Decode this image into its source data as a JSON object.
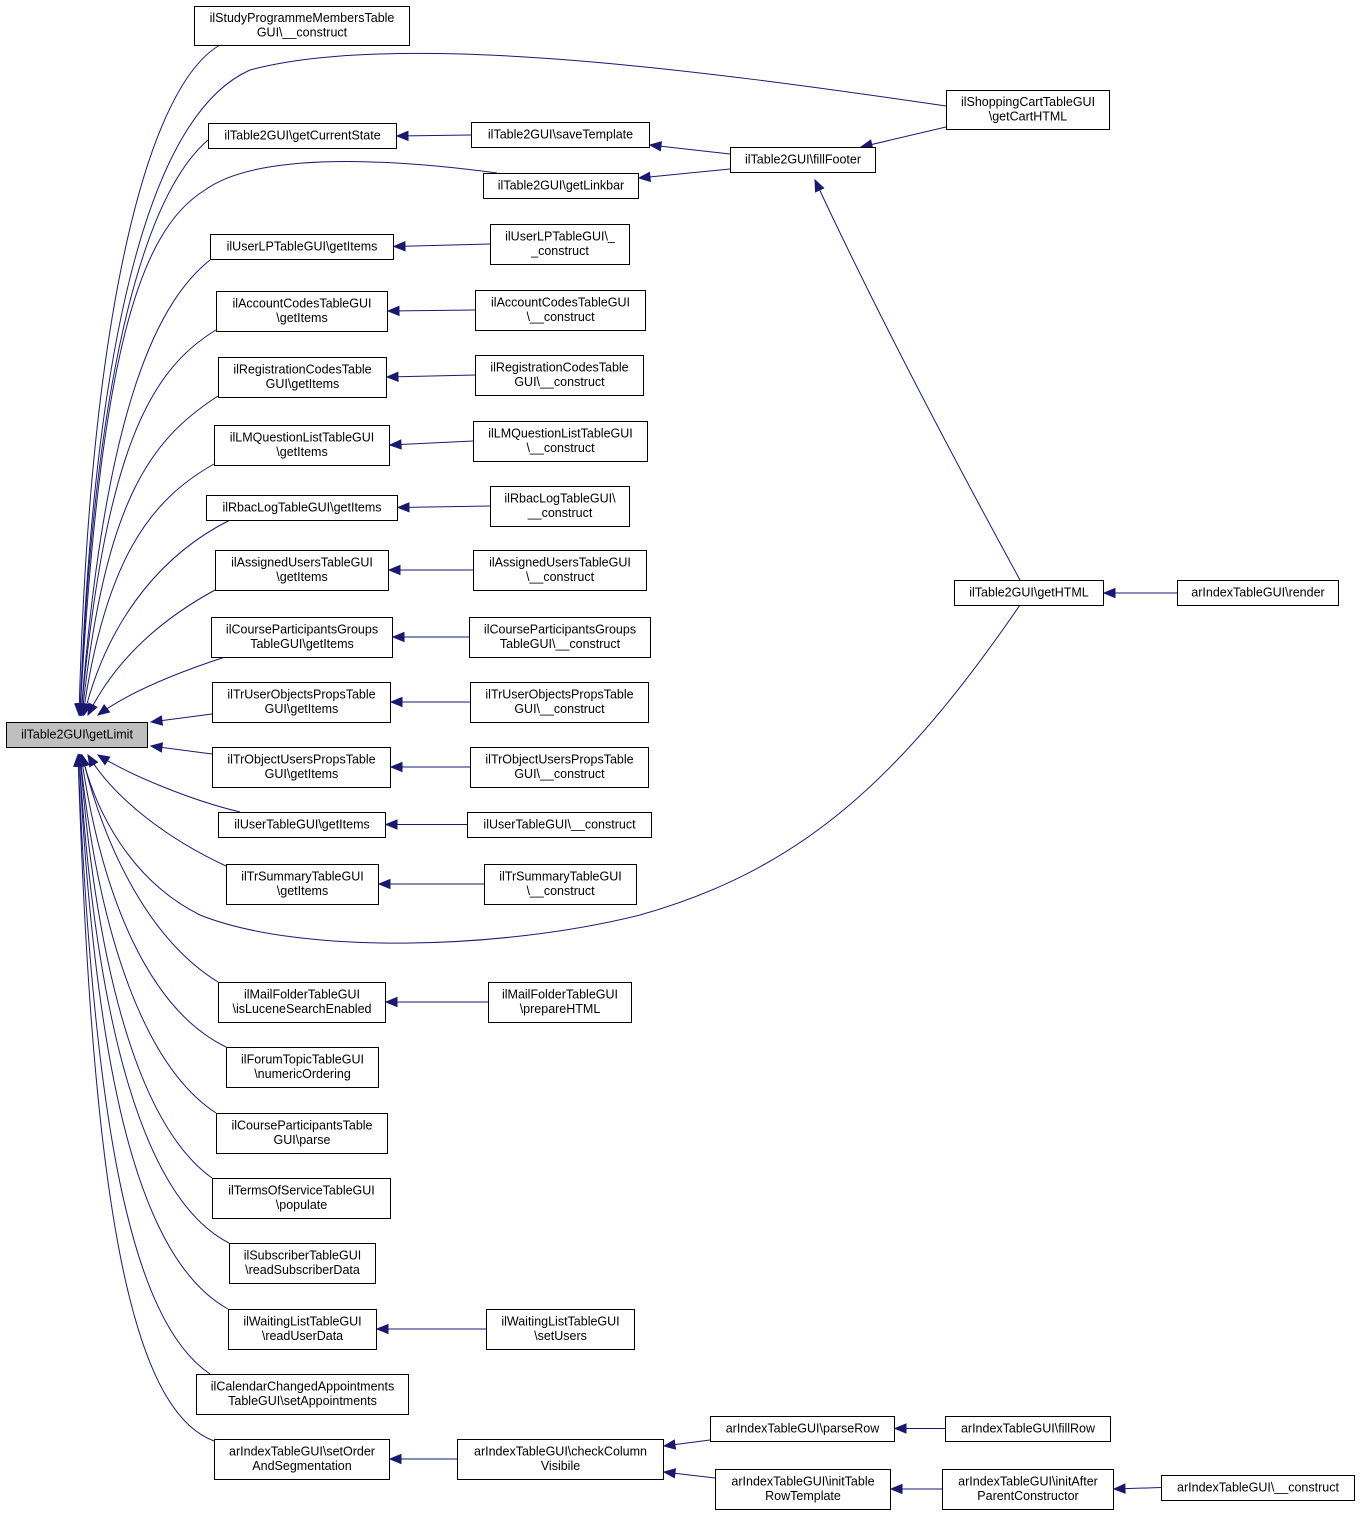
{
  "nodes": {
    "root": {
      "lines": [
        "ilTable2GUI\\getLimit"
      ],
      "root": true
    },
    "studyProg": {
      "lines": [
        "ilStudyProgrammeMembersTable",
        "GUI\\__construct"
      ]
    },
    "getCurState": {
      "lines": [
        "ilTable2GUI\\getCurrentState"
      ]
    },
    "saveTpl": {
      "lines": [
        "ilTable2GUI\\saveTemplate"
      ]
    },
    "getLinkbar": {
      "lines": [
        "ilTable2GUI\\getLinkbar"
      ]
    },
    "fillFooter": {
      "lines": [
        "ilTable2GUI\\fillFooter"
      ]
    },
    "shopCart": {
      "lines": [
        "ilShoppingCartTableGUI",
        "\\getCartHTML"
      ]
    },
    "userLP": {
      "lines": [
        "ilUserLPTableGUI\\getItems"
      ]
    },
    "userLPc": {
      "lines": [
        "ilUserLPTableGUI\\_",
        "_construct"
      ]
    },
    "acctCodes": {
      "lines": [
        "ilAccountCodesTableGUI",
        "\\getItems"
      ]
    },
    "acctCodesC": {
      "lines": [
        "ilAccountCodesTableGUI",
        "\\__construct"
      ]
    },
    "regCodes": {
      "lines": [
        "ilRegistrationCodesTable",
        "GUI\\getItems"
      ]
    },
    "regCodesC": {
      "lines": [
        "ilRegistrationCodesTable",
        "GUI\\__construct"
      ]
    },
    "lmq": {
      "lines": [
        "ilLMQuestionListTableGUI",
        "\\getItems"
      ]
    },
    "lmqC": {
      "lines": [
        "ilLMQuestionListTableGUI",
        "\\__construct"
      ]
    },
    "rbac": {
      "lines": [
        "ilRbacLogTableGUI\\getItems"
      ]
    },
    "rbacC": {
      "lines": [
        "ilRbacLogTableGUI\\",
        "__construct"
      ]
    },
    "assigned": {
      "lines": [
        "ilAssignedUsersTableGUI",
        "\\getItems"
      ]
    },
    "assignedC": {
      "lines": [
        "ilAssignedUsersTableGUI",
        "\\__construct"
      ]
    },
    "crsGroups": {
      "lines": [
        "ilCourseParticipantsGroups",
        "TableGUI\\getItems"
      ]
    },
    "crsGroupsC": {
      "lines": [
        "ilCourseParticipantsGroups",
        "TableGUI\\__construct"
      ]
    },
    "trUserObj": {
      "lines": [
        "ilTrUserObjectsPropsTable",
        "GUI\\getItems"
      ]
    },
    "trUserObjC": {
      "lines": [
        "ilTrUserObjectsPropsTable",
        "GUI\\__construct"
      ]
    },
    "trObjUsers": {
      "lines": [
        "ilTrObjectUsersPropsTable",
        "GUI\\getItems"
      ]
    },
    "trObjUsersC": {
      "lines": [
        "ilTrObjectUsersPropsTable",
        "GUI\\__construct"
      ]
    },
    "userTbl": {
      "lines": [
        "ilUserTableGUI\\getItems"
      ]
    },
    "userTblC": {
      "lines": [
        "ilUserTableGUI\\__construct"
      ]
    },
    "trSummary": {
      "lines": [
        "ilTrSummaryTableGUI",
        "\\getItems"
      ]
    },
    "trSummaryC": {
      "lines": [
        "ilTrSummaryTableGUI",
        "\\__construct"
      ]
    },
    "getHTML": {
      "lines": [
        "ilTable2GUI\\getHTML"
      ]
    },
    "arRender": {
      "lines": [
        "arIndexTableGUI\\render"
      ]
    },
    "mailFolder": {
      "lines": [
        "ilMailFolderTableGUI",
        "\\isLuceneSearchEnabled"
      ]
    },
    "mailFolderP": {
      "lines": [
        "ilMailFolderTableGUI",
        "\\prepareHTML"
      ]
    },
    "forumTopic": {
      "lines": [
        "ilForumTopicTableGUI",
        "\\numericOrdering"
      ]
    },
    "crsPartParse": {
      "lines": [
        "ilCourseParticipantsTable",
        "GUI\\parse"
      ]
    },
    "tos": {
      "lines": [
        "ilTermsOfServiceTableGUI",
        "\\populate"
      ]
    },
    "subscriber": {
      "lines": [
        "ilSubscriberTableGUI",
        "\\readSubscriberData"
      ]
    },
    "waiting": {
      "lines": [
        "ilWaitingListTableGUI",
        "\\readUserData"
      ]
    },
    "waitingSet": {
      "lines": [
        "ilWaitingListTableGUI",
        "\\setUsers"
      ]
    },
    "calendar": {
      "lines": [
        "ilCalendarChangedAppointments",
        "TableGUI\\setAppointments"
      ]
    },
    "arSetOrder": {
      "lines": [
        "arIndexTableGUI\\setOrder",
        "AndSegmentation"
      ]
    },
    "arCheckCol": {
      "lines": [
        "arIndexTableGUI\\checkColumn",
        "Visibile"
      ]
    },
    "arParseRow": {
      "lines": [
        "arIndexTableGUI\\parseRow"
      ]
    },
    "arFillRow": {
      "lines": [
        "arIndexTableGUI\\fillRow"
      ]
    },
    "arInitTpl": {
      "lines": [
        "arIndexTableGUI\\initTable",
        "RowTemplate"
      ]
    },
    "arInitAfter": {
      "lines": [
        "arIndexTableGUI\\initAfter",
        "ParentConstructor"
      ]
    },
    "arConstruct": {
      "lines": [
        "arIndexTableGUI\\__construct"
      ]
    }
  },
  "edges": [
    [
      "studyProg",
      "root"
    ],
    [
      "shopCart",
      "root"
    ],
    [
      "getCurState",
      "root"
    ],
    [
      "getLinkbar",
      "root"
    ],
    [
      "userLP",
      "root"
    ],
    [
      "acctCodes",
      "root"
    ],
    [
      "regCodes",
      "root"
    ],
    [
      "lmq",
      "root"
    ],
    [
      "rbac",
      "root"
    ],
    [
      "assigned",
      "root"
    ],
    [
      "crsGroups",
      "root"
    ],
    [
      "trUserObj",
      "root"
    ],
    [
      "trObjUsers",
      "root"
    ],
    [
      "userTbl",
      "root"
    ],
    [
      "trSummary",
      "root"
    ],
    [
      "getHTML",
      "root"
    ],
    [
      "mailFolder",
      "root"
    ],
    [
      "forumTopic",
      "root"
    ],
    [
      "crsPartParse",
      "root"
    ],
    [
      "tos",
      "root"
    ],
    [
      "subscriber",
      "root"
    ],
    [
      "waiting",
      "root"
    ],
    [
      "calendar",
      "root"
    ],
    [
      "arSetOrder",
      "root"
    ],
    [
      "saveTpl",
      "getCurState"
    ],
    [
      "fillFooter",
      "saveTpl"
    ],
    [
      "fillFooter",
      "getLinkbar"
    ],
    [
      "shopCart",
      "fillFooter"
    ],
    [
      "getHTML",
      "fillFooter"
    ],
    [
      "arRender",
      "getHTML"
    ],
    [
      "userLPc",
      "userLP"
    ],
    [
      "acctCodesC",
      "acctCodes"
    ],
    [
      "regCodesC",
      "regCodes"
    ],
    [
      "lmqC",
      "lmq"
    ],
    [
      "rbacC",
      "rbac"
    ],
    [
      "assignedC",
      "assigned"
    ],
    [
      "crsGroupsC",
      "crsGroups"
    ],
    [
      "trUserObjC",
      "trUserObj"
    ],
    [
      "trObjUsersC",
      "trObjUsers"
    ],
    [
      "userTblC",
      "userTbl"
    ],
    [
      "trSummaryC",
      "trSummary"
    ],
    [
      "mailFolderP",
      "mailFolder"
    ],
    [
      "waitingSet",
      "waiting"
    ],
    [
      "arCheckCol",
      "arSetOrder"
    ],
    [
      "arParseRow",
      "arCheckCol"
    ],
    [
      "arInitTpl",
      "arCheckCol"
    ],
    [
      "arFillRow",
      "arParseRow"
    ],
    [
      "arInitAfter",
      "arInitTpl"
    ],
    [
      "arConstruct",
      "arInitAfter"
    ]
  ],
  "colors": {
    "edge": "#191970",
    "root_fill": "#bfbfbf",
    "node_fill": "#ffffff",
    "node_border": "#000000"
  }
}
